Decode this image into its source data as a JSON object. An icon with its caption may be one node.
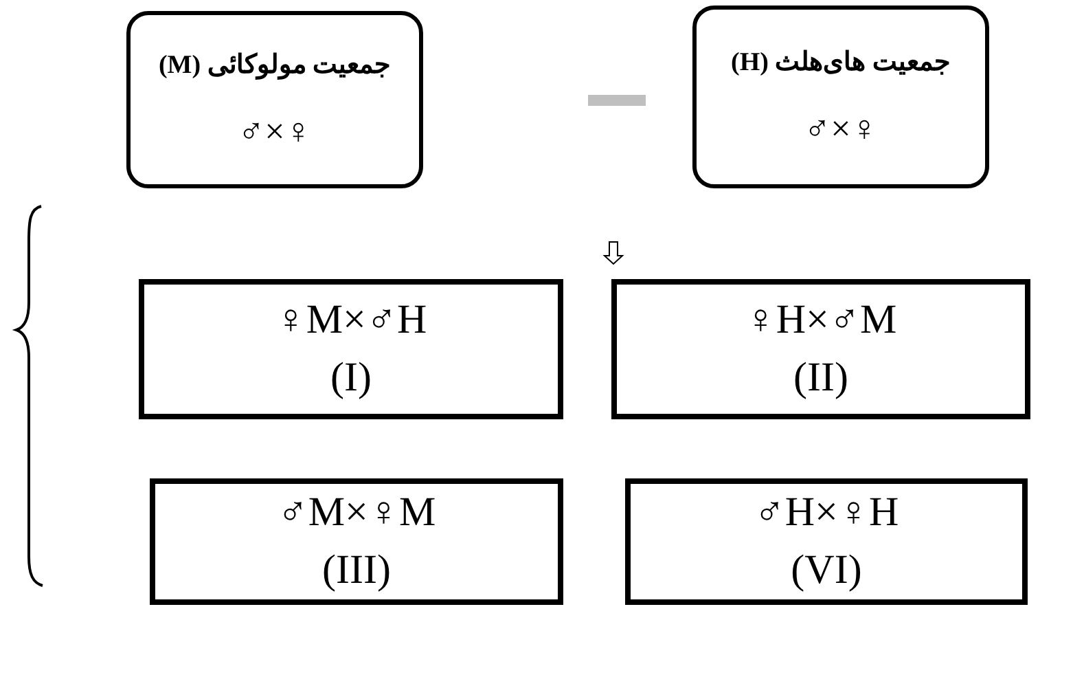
{
  "diagram": {
    "nodes": [
      {
        "text": [
          "جمعیت مولوکائی (M)",
          "♂×♀"
        ]
      },
      {
        "text": [
          "جمعیت های‌هلث (H)",
          "♂×♀"
        ]
      },
      {
        "text": [
          "♀M×♂H",
          "(I)"
        ]
      },
      {
        "text": [
          "♀H×♂M",
          "(II)"
        ]
      },
      {
        "text": [
          "♂M×♀M",
          "(III)"
        ]
      },
      {
        "text": [
          "♂H×♀H",
          "(VI)"
        ]
      }
    ]
  }
}
